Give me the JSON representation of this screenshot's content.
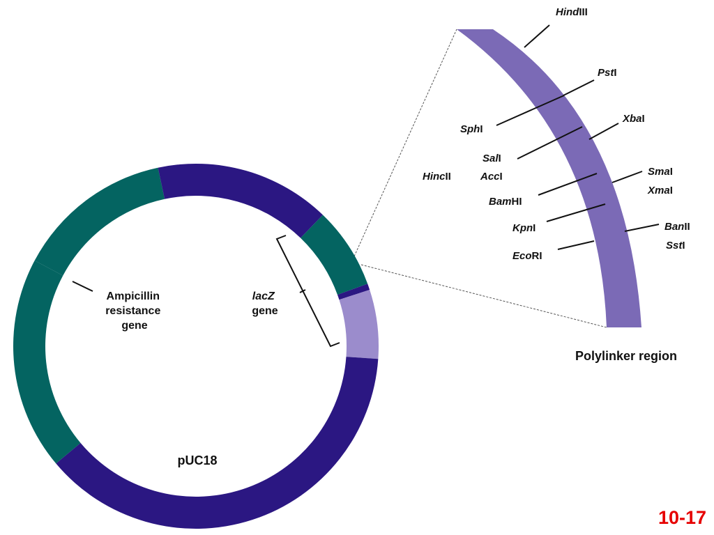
{
  "colors": {
    "teal": "#046461",
    "navy": "#2b1782",
    "polylinker": "#7b6ab6",
    "polylinker_small": "#9b8ccc",
    "fig_number": "#e60000"
  },
  "plasmid": {
    "name": "pUC18",
    "segments": [
      "teal",
      "navy",
      "teal",
      "navy",
      "polylinker",
      "navy",
      "teal"
    ]
  },
  "labels": {
    "ampicillin": [
      "Ampicillin",
      "resistance",
      "gene"
    ],
    "lacz": {
      "italic": "lacZ",
      "plain": "gene"
    },
    "polylinker_region": "Polylinker region",
    "figure_number": "10-17"
  },
  "restriction_sites": [
    {
      "italic": "Hind",
      "roman": "III"
    },
    {
      "italic": "Pst",
      "roman": "I"
    },
    {
      "italic": "Sph",
      "roman": "I"
    },
    {
      "italic": "Xba",
      "roman": "I"
    },
    {
      "italic": "Sal",
      "roman": "I"
    },
    {
      "italic": "Acc",
      "roman": "I"
    },
    {
      "italic": "Hinc",
      "roman": "II"
    },
    {
      "italic": "Sma",
      "roman": "I"
    },
    {
      "italic": "Xma",
      "roman": "I"
    },
    {
      "italic": "Bam",
      "roman": "HI"
    },
    {
      "italic": "Kpn",
      "roman": "I"
    },
    {
      "italic": "Ban",
      "roman": "II"
    },
    {
      "italic": "Sst",
      "roman": "I"
    },
    {
      "italic": "Eco",
      "roman": "RI"
    }
  ]
}
